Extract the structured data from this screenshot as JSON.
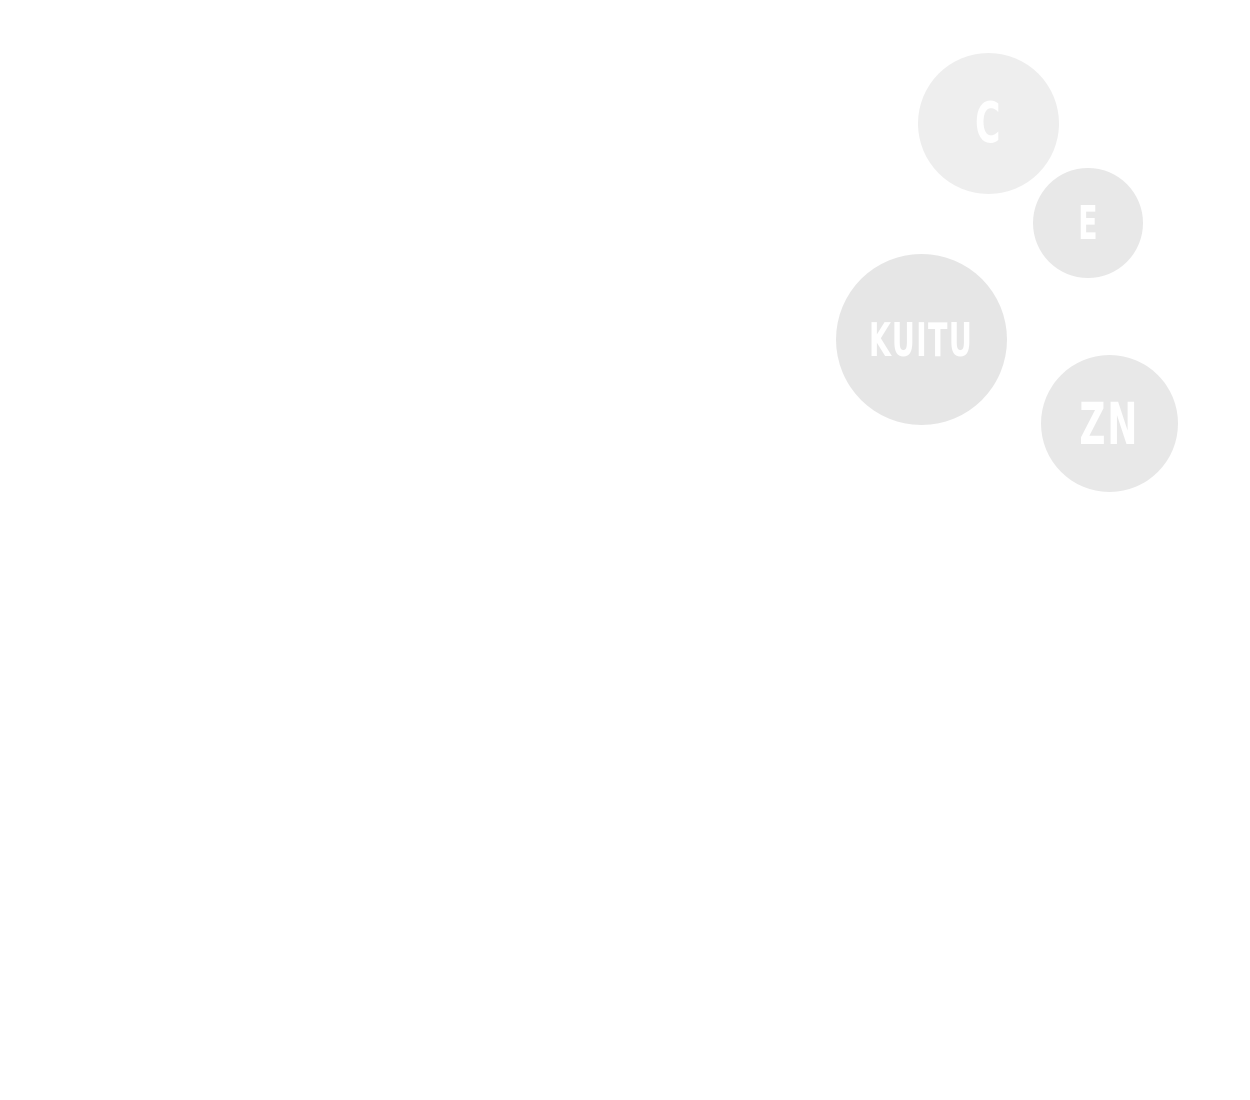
{
  "bubbles": {
    "c": {
      "label": "C",
      "color": "#eeeeee"
    },
    "e": {
      "label": "E",
      "color": "#e8e8e8"
    },
    "kuitu": {
      "label": "KUITU",
      "color": "#e6e6e6"
    },
    "zn": {
      "label": "ZN",
      "color": "#e8e8e8"
    }
  },
  "colors": {
    "background": "#ffffff",
    "label": "#ffffff"
  }
}
